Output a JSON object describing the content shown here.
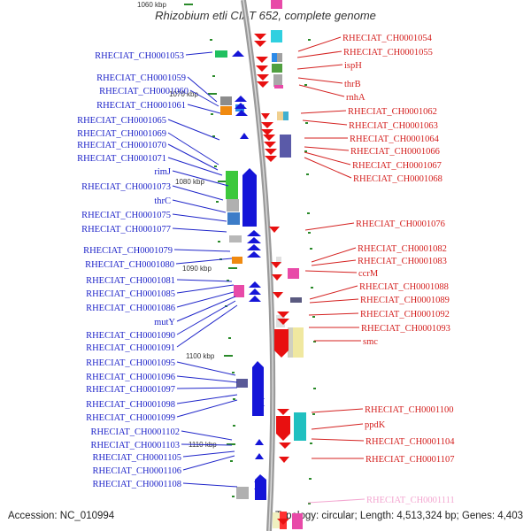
{
  "title": "Rhizobium etli CIAT 652, complete genome",
  "footer": {
    "accession": "Accession: NC_010994",
    "summary": "Topology: circular; Length: 4,513,324 bp; Genes: 4,403"
  },
  "scale_ticks": [
    "1060 kbp",
    "1070 kbp",
    "1080 kbp",
    "1090 kbp",
    "1100 kbp",
    "1110 kbp"
  ],
  "colors": {
    "left_label": "#1f25c9",
    "right_label": "#d4201f",
    "faded_label": "#f3a6d0",
    "forward_strand": "#1515d8",
    "reverse_strand": "#e81010",
    "backbone": "#9a9a9a"
  },
  "left_labels": [
    "RHECIAT_CH0001053",
    "RHECIAT_CH0001059",
    "RHECIAT_CH0001060",
    "RHECIAT_CH0001061",
    "RHECIAT_CH0001065",
    "RHECIAT_CH0001069",
    "RHECIAT_CH0001070",
    "RHECIAT_CH0001071",
    "rimJ",
    "RHECIAT_CH0001073",
    "thrC",
    "RHECIAT_CH0001075",
    "RHECIAT_CH0001077",
    "RHECIAT_CH0001079",
    "RHECIAT_CH0001080",
    "RHECIAT_CH0001081",
    "RHECIAT_CH0001085",
    "RHECIAT_CH0001086",
    "mutY",
    "RHECIAT_CH0001090",
    "RHECIAT_CH0001091",
    "RHECIAT_CH0001095",
    "RHECIAT_CH0001096",
    "RHECIAT_CH0001097",
    "RHECIAT_CH0001098",
    "RHECIAT_CH0001099",
    "RHECIAT_CH0001102",
    "RHECIAT_CH0001103",
    "RHECIAT_CH0001105",
    "RHECIAT_CH0001106",
    "RHECIAT_CH0001108"
  ],
  "right_labels": [
    "RHECIAT_CH0001054",
    "RHECIAT_CH0001055",
    "ispH",
    "thrB",
    "rnhA",
    "RHECIAT_CH0001062",
    "RHECIAT_CH0001063",
    "RHECIAT_CH0001064",
    "RHECIAT_CH0001066",
    "RHECIAT_CH0001067",
    "RHECIAT_CH0001068",
    "RHECIAT_CH0001076",
    "RHECIAT_CH0001082",
    "RHECIAT_CH0001083",
    "ccrM",
    "RHECIAT_CH0001088",
    "RHECIAT_CH0001089",
    "RHECIAT_CH0001092",
    "RHECIAT_CH0001093",
    "smc",
    "RHECIAT_CH0001100",
    "ppdK",
    "RHECIAT_CH0001104",
    "RHECIAT_CH0001107",
    "RHECIAT_CH0001111"
  ]
}
